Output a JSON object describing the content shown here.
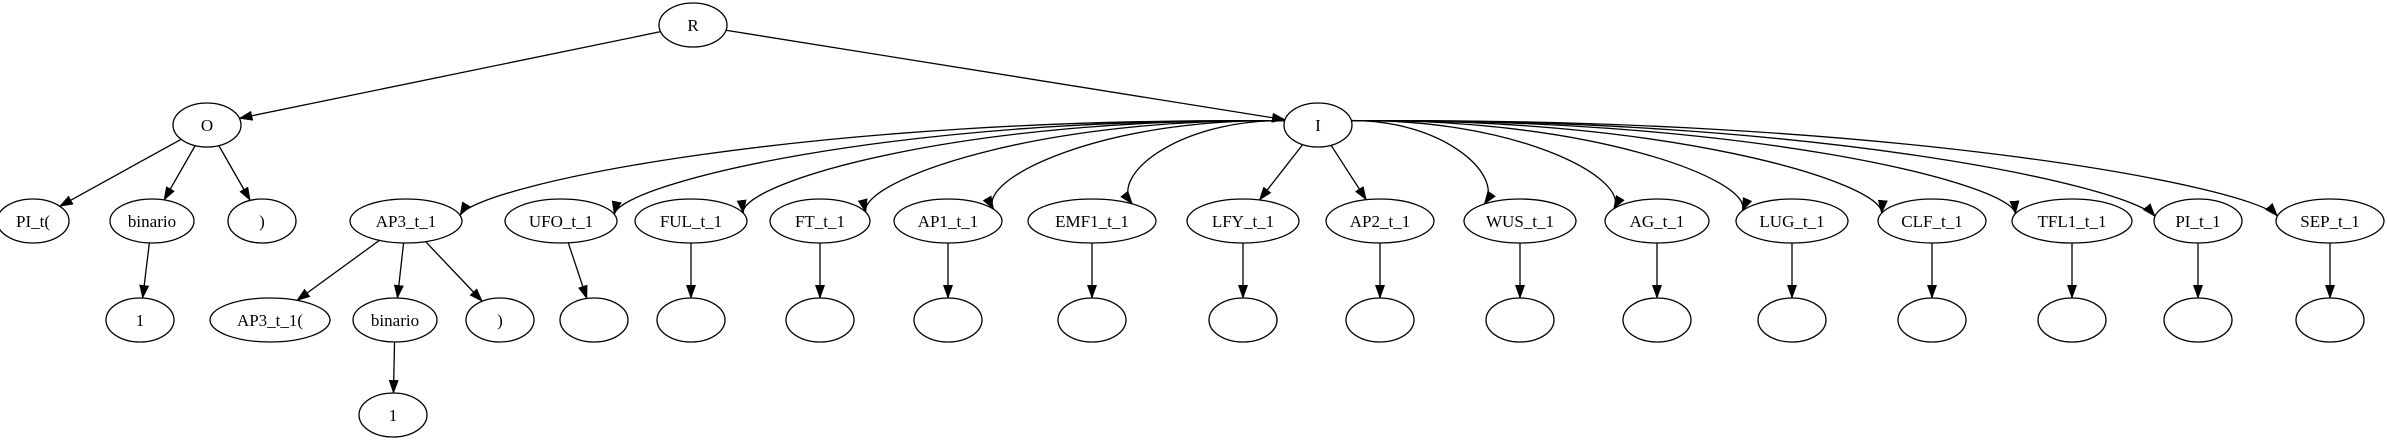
{
  "diagram": {
    "type": "tree",
    "colors": {
      "stroke": "#000000",
      "fill": "#ffffff",
      "text": "#000000"
    },
    "nodes": [
      {
        "id": "R",
        "label": "R"
      },
      {
        "id": "O",
        "label": "O"
      },
      {
        "id": "I",
        "label": "I"
      },
      {
        "id": "pi_open",
        "label": "PI_t("
      },
      {
        "id": "o_binario",
        "label": "binario"
      },
      {
        "id": "o_close",
        "label": ")"
      },
      {
        "id": "o_one",
        "label": "1"
      },
      {
        "id": "ap3",
        "label": "AP3_t_1"
      },
      {
        "id": "ufo",
        "label": "UFO_t_1"
      },
      {
        "id": "ful",
        "label": "FUL_t_1"
      },
      {
        "id": "ft",
        "label": "FT_t_1"
      },
      {
        "id": "ap1",
        "label": "AP1_t_1"
      },
      {
        "id": "emf1",
        "label": "EMF1_t_1"
      },
      {
        "id": "lfy",
        "label": "LFY_t_1"
      },
      {
        "id": "ap2",
        "label": "AP2_t_1"
      },
      {
        "id": "wus",
        "label": "WUS_t_1"
      },
      {
        "id": "ag",
        "label": "AG_t_1"
      },
      {
        "id": "lug",
        "label": "LUG_t_1"
      },
      {
        "id": "clf",
        "label": "CLF_t_1"
      },
      {
        "id": "tfl1",
        "label": "TFL1_t_1"
      },
      {
        "id": "pi",
        "label": "PI_t_1"
      },
      {
        "id": "sep",
        "label": "SEP_t_1"
      },
      {
        "id": "ap3_open",
        "label": "AP3_t_1("
      },
      {
        "id": "ap3_binario",
        "label": "binario"
      },
      {
        "id": "ap3_close",
        "label": ")"
      },
      {
        "id": "ap3_one",
        "label": "1"
      },
      {
        "id": "ufo_leaf",
        "label": ""
      },
      {
        "id": "ful_leaf",
        "label": ""
      },
      {
        "id": "ft_leaf",
        "label": ""
      },
      {
        "id": "ap1_leaf",
        "label": ""
      },
      {
        "id": "emf1_leaf",
        "label": ""
      },
      {
        "id": "lfy_leaf",
        "label": ""
      },
      {
        "id": "ap2_leaf",
        "label": ""
      },
      {
        "id": "wus_leaf",
        "label": ""
      },
      {
        "id": "ag_leaf",
        "label": ""
      },
      {
        "id": "lug_leaf",
        "label": ""
      },
      {
        "id": "clf_leaf",
        "label": ""
      },
      {
        "id": "tfl1_leaf",
        "label": ""
      },
      {
        "id": "pi_leaf",
        "label": ""
      },
      {
        "id": "sep_leaf",
        "label": ""
      }
    ],
    "edges": [
      [
        "R",
        "O"
      ],
      [
        "R",
        "I"
      ],
      [
        "O",
        "pi_open"
      ],
      [
        "O",
        "o_binario"
      ],
      [
        "O",
        "o_close"
      ],
      [
        "o_binario",
        "o_one"
      ],
      [
        "I",
        "ap3"
      ],
      [
        "I",
        "ufo"
      ],
      [
        "I",
        "ful"
      ],
      [
        "I",
        "ft"
      ],
      [
        "I",
        "ap1"
      ],
      [
        "I",
        "emf1"
      ],
      [
        "I",
        "lfy"
      ],
      [
        "I",
        "ap2"
      ],
      [
        "I",
        "wus"
      ],
      [
        "I",
        "ag"
      ],
      [
        "I",
        "lug"
      ],
      [
        "I",
        "clf"
      ],
      [
        "I",
        "tfl1"
      ],
      [
        "I",
        "pi"
      ],
      [
        "I",
        "sep"
      ],
      [
        "ap3",
        "ap3_open"
      ],
      [
        "ap3",
        "ap3_binario"
      ],
      [
        "ap3",
        "ap3_close"
      ],
      [
        "ap3_binario",
        "ap3_one"
      ],
      [
        "ufo",
        "ufo_leaf"
      ],
      [
        "ful",
        "ful_leaf"
      ],
      [
        "ft",
        "ft_leaf"
      ],
      [
        "ap1",
        "ap1_leaf"
      ],
      [
        "emf1",
        "emf1_leaf"
      ],
      [
        "lfy",
        "lfy_leaf"
      ],
      [
        "ap2",
        "ap2_leaf"
      ],
      [
        "wus",
        "wus_leaf"
      ],
      [
        "ag",
        "ag_leaf"
      ],
      [
        "lug",
        "lug_leaf"
      ],
      [
        "clf",
        "clf_leaf"
      ],
      [
        "tfl1",
        "tfl1_leaf"
      ],
      [
        "pi",
        "pi_leaf"
      ],
      [
        "sep",
        "sep_leaf"
      ]
    ]
  }
}
